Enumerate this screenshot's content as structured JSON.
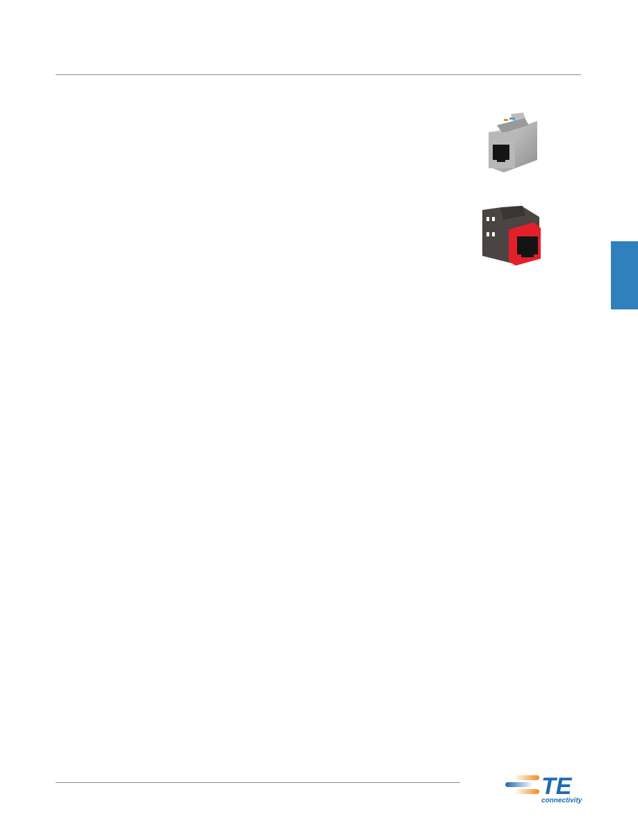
{
  "colors": {
    "tab": "#2f80bd",
    "brand_blue": "#1a6bb0",
    "brand_orange": "#f28a1c",
    "jack_red": "#e3202a"
  },
  "images": [
    {
      "name": "shielded-keystone-jack",
      "icon": "rj45-jack-silver"
    },
    {
      "name": "unshielded-keystone-jack",
      "icon": "rj45-jack-red"
    }
  ],
  "footer": {
    "logo_text": "TE",
    "logo_subtext": "connectivity"
  }
}
